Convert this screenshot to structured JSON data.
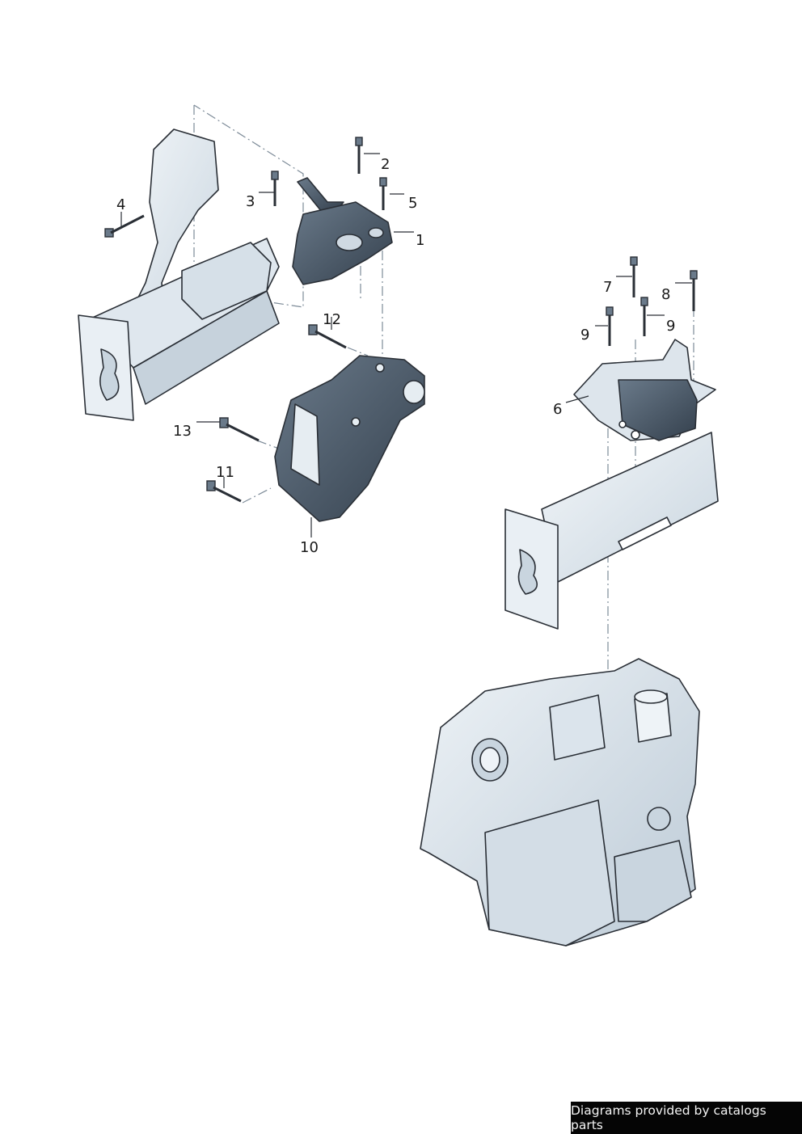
{
  "callouts": [
    {
      "id": "1",
      "text": "1"
    },
    {
      "id": "2",
      "text": "2"
    },
    {
      "id": "3",
      "text": "3"
    },
    {
      "id": "4",
      "text": "4"
    },
    {
      "id": "5",
      "text": "5"
    },
    {
      "id": "6",
      "text": "6"
    },
    {
      "id": "7",
      "text": "7"
    },
    {
      "id": "8",
      "text": "8"
    },
    {
      "id": "9a",
      "text": "9"
    },
    {
      "id": "9b",
      "text": "9"
    },
    {
      "id": "10",
      "text": "10"
    },
    {
      "id": "11",
      "text": "11"
    },
    {
      "id": "12",
      "text": "12"
    },
    {
      "id": "13",
      "text": "13"
    }
  ],
  "credit": "Diagrams provided by catalogs parts",
  "colors": {
    "part_fill": "#e6edf2",
    "part_shade": "#c7d3dd",
    "mount_fill": "#3f4d5c",
    "outline": "#2a2f36",
    "dash": "#7d8b98"
  }
}
